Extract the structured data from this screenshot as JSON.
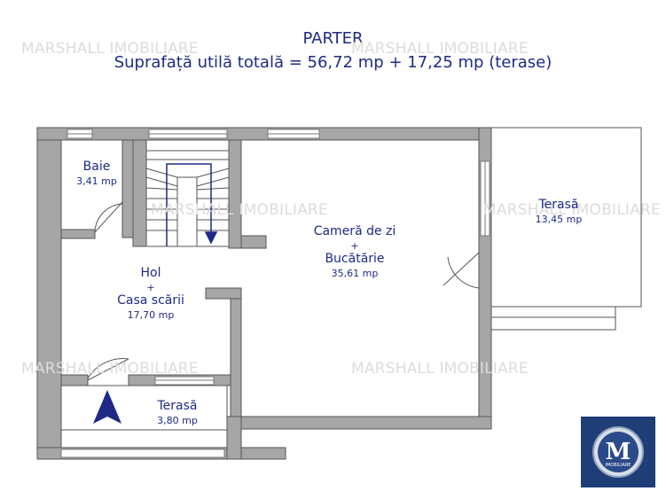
{
  "header": {
    "floor_name": "PARTER",
    "total_area": "Suprafață utilă totală = 56,72 mp + 17,25 mp (terase)"
  },
  "watermark": {
    "text": "MARSHALL IMOBILIARE"
  },
  "rooms": [
    {
      "id": "baie",
      "name": "Baie",
      "area": "3,41 mp"
    },
    {
      "id": "hol",
      "name": "Hol",
      "plus": "+",
      "name2": "Casa scării",
      "area": "17,70 mp"
    },
    {
      "id": "camera",
      "name": "Cameră de zi",
      "plus": "+",
      "name2": "Bucătărie",
      "area": "35,61 mp"
    },
    {
      "id": "terasa-mare",
      "name": "Terasă",
      "area": "13,45 mp"
    },
    {
      "id": "terasa-mica",
      "name": "Terasă",
      "area": "3,80 mp"
    }
  ],
  "logo": {
    "letter": "M",
    "text": "IMOBILIARE"
  },
  "colors": {
    "title": "#1e2a86",
    "wall": "#a6a6a6",
    "watermark": "#dcdcdc",
    "logo_bg": "#1f3e78"
  }
}
